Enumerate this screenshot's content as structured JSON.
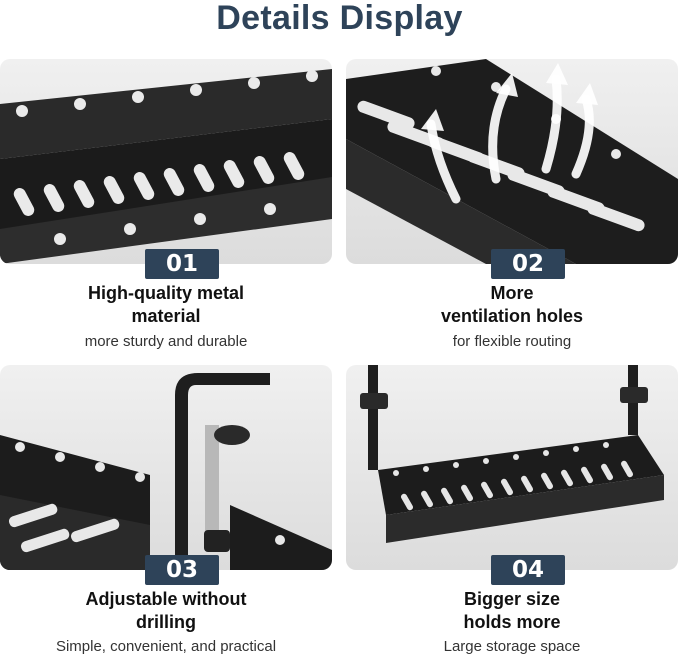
{
  "title": "Details Display",
  "features": [
    {
      "number": "01",
      "heading_line1": "High-quality metal",
      "heading_line2": "material",
      "subtitle": "more sturdy and durable"
    },
    {
      "number": "02",
      "heading_line1": "More",
      "heading_line2": "ventilation holes",
      "subtitle": "for flexible routing"
    },
    {
      "number": "03",
      "heading_line1": "Adjustable without",
      "heading_line2": "drilling",
      "subtitle": "Simple, convenient, and practical"
    },
    {
      "number": "04",
      "heading_line1": "Bigger size",
      "heading_line2": "holds more",
      "subtitle": "Large storage space"
    }
  ],
  "colors": {
    "accent": "#2e4359",
    "metal": "#1c1c1c",
    "panel_bg": "#e6e6e6"
  }
}
